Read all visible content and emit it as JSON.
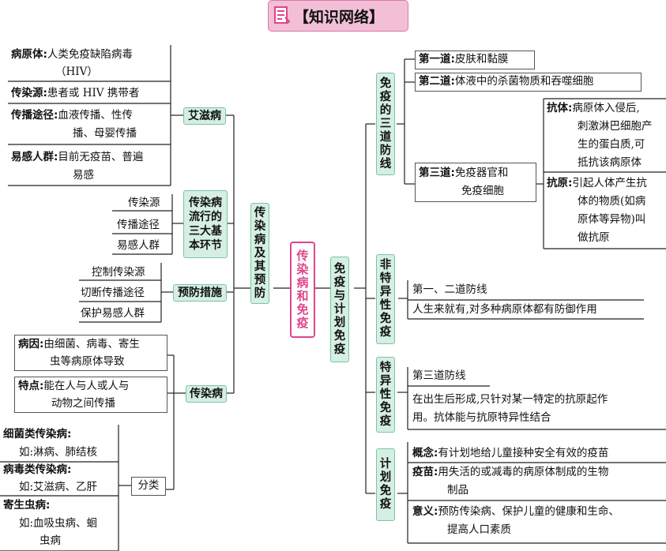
{
  "title": "【知识网络】",
  "center": "传染病和免疫",
  "left_main": "传染病及其预防",
  "right_main": "免疫与计划免疫",
  "aids": {
    "label": "艾滋病",
    "r1_k": "病原体:",
    "r1_v1": "人类免疫缺陷病毒",
    "r1_v2": "（HIV）",
    "r2_k": "传染源:",
    "r2_v": "患者或 HIV 携带者",
    "r3_k": "传播途径:",
    "r3_v1": "血液传播、性传",
    "r3_v2": "播、母婴传播",
    "r4_k": "易感人群:",
    "r4_v1": "目前无疫苗、普遍",
    "r4_v2": "易感"
  },
  "links": {
    "label": "传染病流行的三大基本环节",
    "items": [
      "传染源",
      "传播途径",
      "易感人群"
    ]
  },
  "prevent": {
    "label": "预防措施",
    "items": [
      "控制传染源",
      "切断传播途径",
      "保护易感人群"
    ]
  },
  "disease": {
    "label": "传染病",
    "cause_k": "病因:",
    "cause_v1": "由细菌、病毒、寄生",
    "cause_v2": "虫等病原体导致",
    "feat_k": "特点:",
    "feat_v1": "能在人与人或人与",
    "feat_v2": "动物之间传播",
    "class_label": "分类",
    "bact_k": "细菌类传染病:",
    "bact_v": "如:淋病、肺结核",
    "virus_k": "病毒类传染病:",
    "virus_v": "如:艾滋病、乙肝",
    "para_k": "寄生虫病:",
    "para_v1": "如:血吸虫病、蛔",
    "para_v2": "虫病"
  },
  "three": {
    "label": "免疫的三道防线",
    "l1_k": "第一道:",
    "l1_v": "皮肤和黏膜",
    "l2_k": "第二道:",
    "l2_v": "体液中的杀菌物质和吞噬细胞",
    "l3_k": "第三道:",
    "l3_v1": "免疫器官和",
    "l3_v2": "免疫细胞",
    "ab_k": "抗体:",
    "ab_v": [
      "病原体入侵后,",
      "刺激淋巴细胞产",
      "生的蛋白质,可",
      "抵抗该病原体"
    ],
    "ag_k": "抗原:",
    "ag_v": [
      "引起人体产生抗",
      "体的物质(如病",
      "原体等异物)叫",
      "做抗原"
    ]
  },
  "nonspec": {
    "label": "非特异性免疫",
    "t1": "第一、二道防线",
    "t2": "人生来就有,对多种病原体都有防御作用"
  },
  "spec": {
    "label": "特异性免疫",
    "t1": "第三道防线",
    "t2": "在出生后形成,只针对某一特定的抗原起作",
    "t3": "用。抗体能与抗原特异性结合"
  },
  "plan": {
    "label": "计划免疫",
    "c_k": "概念:",
    "c_v": "有计划地给儿童接种安全有效的疫苗",
    "v_k": "疫苗:",
    "v_v1": "用失活的或减毒的病原体制成的生物",
    "v_v2": "制品",
    "m_k": "意义:",
    "m_v1": "预防传染病、保护儿童的健康和生命、",
    "m_v2": "提高人口素质"
  }
}
